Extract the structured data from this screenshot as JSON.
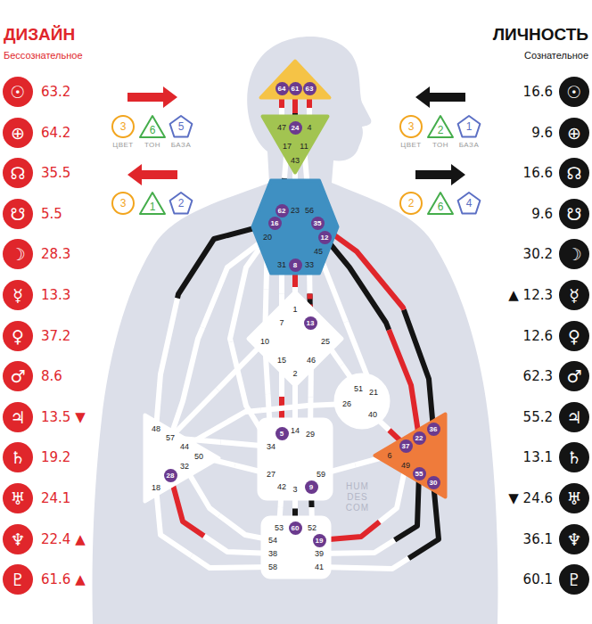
{
  "diagram": {
    "nodes": [
      {
        "text": []
      },
      {
        "text": [
          "64"
        ],
        "in": 0
      },
      {
        "text": [
          "61"
        ],
        "in": 0
      },
      {
        "text": [
          "63"
        ],
        "in": 0
      },
      {
        "text": [
          "47",
          "4",
          "17",
          "11",
          "43"
        ]
      },
      {
        "text": [
          "24"
        ],
        "in": 4
      },
      {
        "text": [
          "23",
          "56",
          "20",
          "45",
          "31",
          "33"
        ]
      },
      {
        "text": [
          "62"
        ],
        "in": 6
      },
      {
        "text": [
          "16"
        ],
        "in": 6
      },
      {
        "text": [
          "35"
        ],
        "in": 6
      },
      {
        "text": [
          "12"
        ],
        "in": 6
      },
      {
        "text": [
          "8"
        ],
        "in": 6
      },
      {
        "text": [
          "1",
          "7",
          "10",
          "25",
          "15",
          "46",
          "2"
        ]
      },
      {
        "text": [
          "13"
        ],
        "in": 12
      },
      {
        "text": [
          "51",
          "21",
          "26",
          "40"
        ]
      },
      {
        "text": [
          "48",
          "57",
          "44",
          "50",
          "32",
          "18"
        ]
      },
      {
        "text": [
          "28"
        ],
        "in": 15
      },
      {
        "text": [
          "14",
          "29",
          "34",
          "27",
          "59",
          "42",
          "3"
        ]
      },
      {
        "text": [
          "5"
        ],
        "in": 17
      },
      {
        "text": [
          "9"
        ],
        "in": 17
      },
      {
        "text": [
          "6",
          "49"
        ]
      },
      {
        "text": [
          "36"
        ],
        "in": 20
      },
      {
        "text": [
          "22"
        ],
        "in": 20
      },
      {
        "text": [
          "37"
        ],
        "in": 20
      },
      {
        "text": [
          "55"
        ],
        "in": 20
      },
      {
        "text": [
          "30"
        ],
        "in": 20
      },
      {
        "text": [
          "53",
          "52",
          "54",
          "38",
          "39",
          "58",
          "41"
        ]
      },
      {
        "text": [
          "60"
        ],
        "in": 26
      },
      {
        "text": [
          "19"
        ],
        "in": 26
      },
      {
        "text": [
          "3",
          "ЦВЕТ"
        ]
      },
      {
        "text": [
          "6",
          "ТОН"
        ]
      },
      {
        "text": [
          "5",
          "БАЗА"
        ]
      },
      {
        "text": [
          "3"
        ]
      },
      {
        "text": [
          "1"
        ]
      },
      {
        "text": [
          "2"
        ]
      },
      {
        "text": [
          "3",
          "ЦВЕТ"
        ]
      },
      {
        "text": [
          "2",
          "ТОН"
        ]
      },
      {
        "text": [
          "1",
          "БАЗА"
        ]
      },
      {
        "text": [
          "2"
        ]
      },
      {
        "text": [
          "6"
        ]
      },
      {
        "text": [
          "4"
        ]
      },
      {
        "text": [
          "☉"
        ]
      },
      {
        "text": [
          "⊕"
        ]
      },
      {
        "text": [
          "☊"
        ]
      },
      {
        "text": [
          "☋"
        ]
      },
      {
        "text": [
          "☽"
        ]
      },
      {
        "text": [
          "☿"
        ]
      },
      {
        "text": [
          "♀"
        ]
      },
      {
        "text": [
          "♂"
        ]
      },
      {
        "text": [
          "♃"
        ]
      },
      {
        "text": [
          "♄"
        ]
      },
      {
        "text": [
          "♅"
        ]
      },
      {
        "text": [
          "♆"
        ]
      },
      {
        "text": [
          "♇"
        ]
      },
      {
        "text": [
          "☉"
        ]
      },
      {
        "text": [
          "⊕"
        ]
      },
      {
        "text": [
          "☊"
        ]
      },
      {
        "text": [
          "☋"
        ]
      },
      {
        "text": [
          "☽"
        ]
      },
      {
        "text": [
          "☿"
        ]
      },
      {
        "text": [
          "♀"
        ]
      },
      {
        "text": [
          "♂"
        ]
      },
      {
        "text": [
          "♃"
        ]
      },
      {
        "text": [
          "♄"
        ]
      },
      {
        "text": [
          "♅"
        ]
      },
      {
        "text": [
          "♆"
        ]
      },
      {
        "text": [
          "♇"
        ]
      }
    ],
    "edges": [
      {
        "from": 0,
        "to": 4,
        "arrow": "none"
      },
      {
        "from": 0,
        "to": 4,
        "arrow": "none"
      },
      {
        "from": 0,
        "to": 4,
        "arrow": "none"
      },
      {
        "from": 4,
        "to": 6,
        "arrow": "none"
      },
      {
        "from": 4,
        "to": 6,
        "arrow": "none"
      },
      {
        "from": 4,
        "to": 6,
        "arrow": "none"
      },
      {
        "from": 6,
        "to": 12,
        "arrow": "none"
      },
      {
        "from": 6,
        "to": 12,
        "arrow": "none"
      },
      {
        "from": 6,
        "to": 12,
        "arrow": "none"
      },
      {
        "from": 6,
        "to": 12,
        "arrow": "none"
      },
      {
        "from": 6,
        "to": 15,
        "arrow": "none"
      },
      {
        "from": 6,
        "to": 15,
        "arrow": "none"
      },
      {
        "from": 6,
        "to": 17,
        "arrow": "none"
      },
      {
        "from": 6,
        "to": 20,
        "arrow": "none"
      },
      {
        "from": 6,
        "to": 20,
        "arrow": "none"
      },
      {
        "from": 6,
        "to": 14,
        "arrow": "none"
      },
      {
        "from": 12,
        "to": 14,
        "arrow": "none"
      },
      {
        "from": 12,
        "to": 17,
        "arrow": "none"
      },
      {
        "from": 12,
        "to": 17,
        "arrow": "none"
      },
      {
        "from": 12,
        "to": 17,
        "arrow": "none"
      },
      {
        "from": 12,
        "to": 15,
        "arrow": "none"
      },
      {
        "from": 12,
        "to": 17,
        "arrow": "none"
      },
      {
        "from": 14,
        "to": 15,
        "arrow": "none"
      },
      {
        "from": 14,
        "to": 20,
        "arrow": "none"
      },
      {
        "from": 15,
        "to": 17,
        "arrow": "none"
      },
      {
        "from": 15,
        "to": 17,
        "arrow": "none"
      },
      {
        "from": 17,
        "to": 20,
        "arrow": "none"
      },
      {
        "from": 17,
        "to": 26,
        "arrow": "none"
      },
      {
        "from": 17,
        "to": 26,
        "arrow": "none"
      },
      {
        "from": 17,
        "to": 26,
        "arrow": "none"
      },
      {
        "from": 15,
        "to": 26,
        "arrow": "none"
      },
      {
        "from": 15,
        "to": 26,
        "arrow": "none"
      },
      {
        "from": 15,
        "to": 26,
        "arrow": "none"
      },
      {
        "from": 20,
        "to": 26,
        "arrow": "none"
      },
      {
        "from": 20,
        "to": 26,
        "arrow": "none"
      },
      {
        "from": 20,
        "to": 26,
        "arrow": "none"
      }
    ],
    "labels": [
      "ДИЗАЙН",
      "Бессознательное",
      "ЛИЧНОСТЬ",
      "Сознательное",
      "63.2",
      "64.2",
      "35.5",
      "5.5",
      "28.3",
      "13.3",
      "37.2",
      "8.6",
      "13.5 ▼",
      "19.2",
      "24.1",
      "22.4 ▲",
      "61.6 ▲",
      "16.6",
      "9.6",
      "16.6",
      "9.6",
      "30.2",
      "▲ 12.3",
      "12.6",
      "62.3",
      "55.2",
      "13.1",
      "▼ 24.6",
      "36.1",
      "60.1",
      "HUM DES COM"
    ]
  }
}
